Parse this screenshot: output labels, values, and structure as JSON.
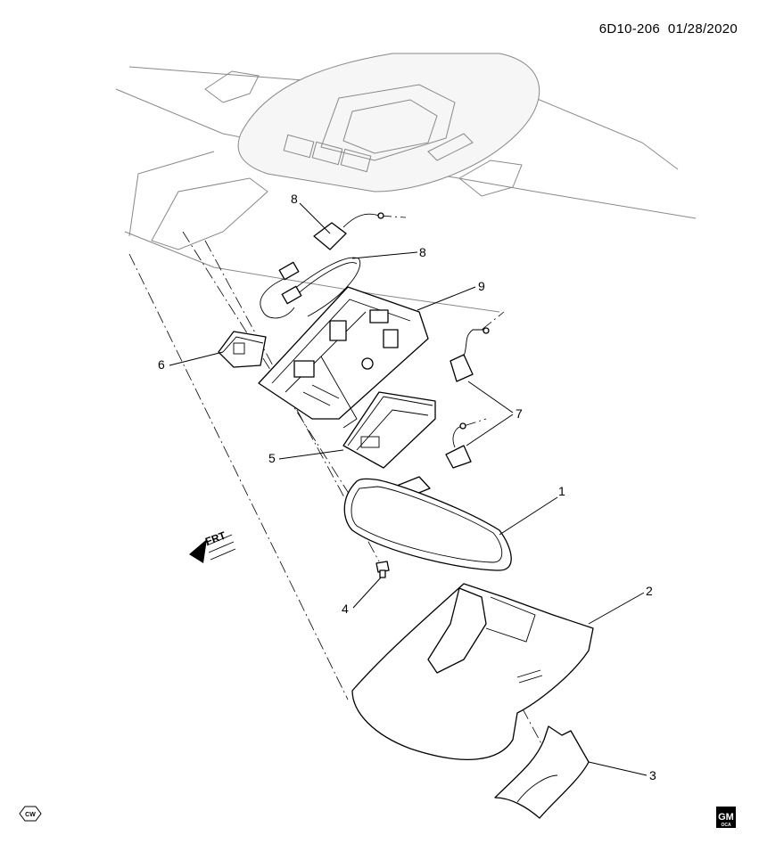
{
  "header": {
    "doc_id": "6D10-206",
    "date": "01/28/2020"
  },
  "callouts": [
    {
      "id": "c1",
      "label": "1"
    },
    {
      "id": "c2",
      "label": "2"
    },
    {
      "id": "c3",
      "label": "3"
    },
    {
      "id": "c4",
      "label": "4"
    },
    {
      "id": "c5",
      "label": "5"
    },
    {
      "id": "c6",
      "label": "6"
    },
    {
      "id": "c7a",
      "label": "7"
    },
    {
      "id": "c7b",
      "label": "7"
    },
    {
      "id": "c8",
      "label": "8"
    },
    {
      "id": "c9",
      "label": "9"
    }
  ],
  "front_indicator": {
    "label": "FRT"
  },
  "badges": {
    "cw": "CW",
    "gm": "GM",
    "gm_sub": "OCA"
  }
}
